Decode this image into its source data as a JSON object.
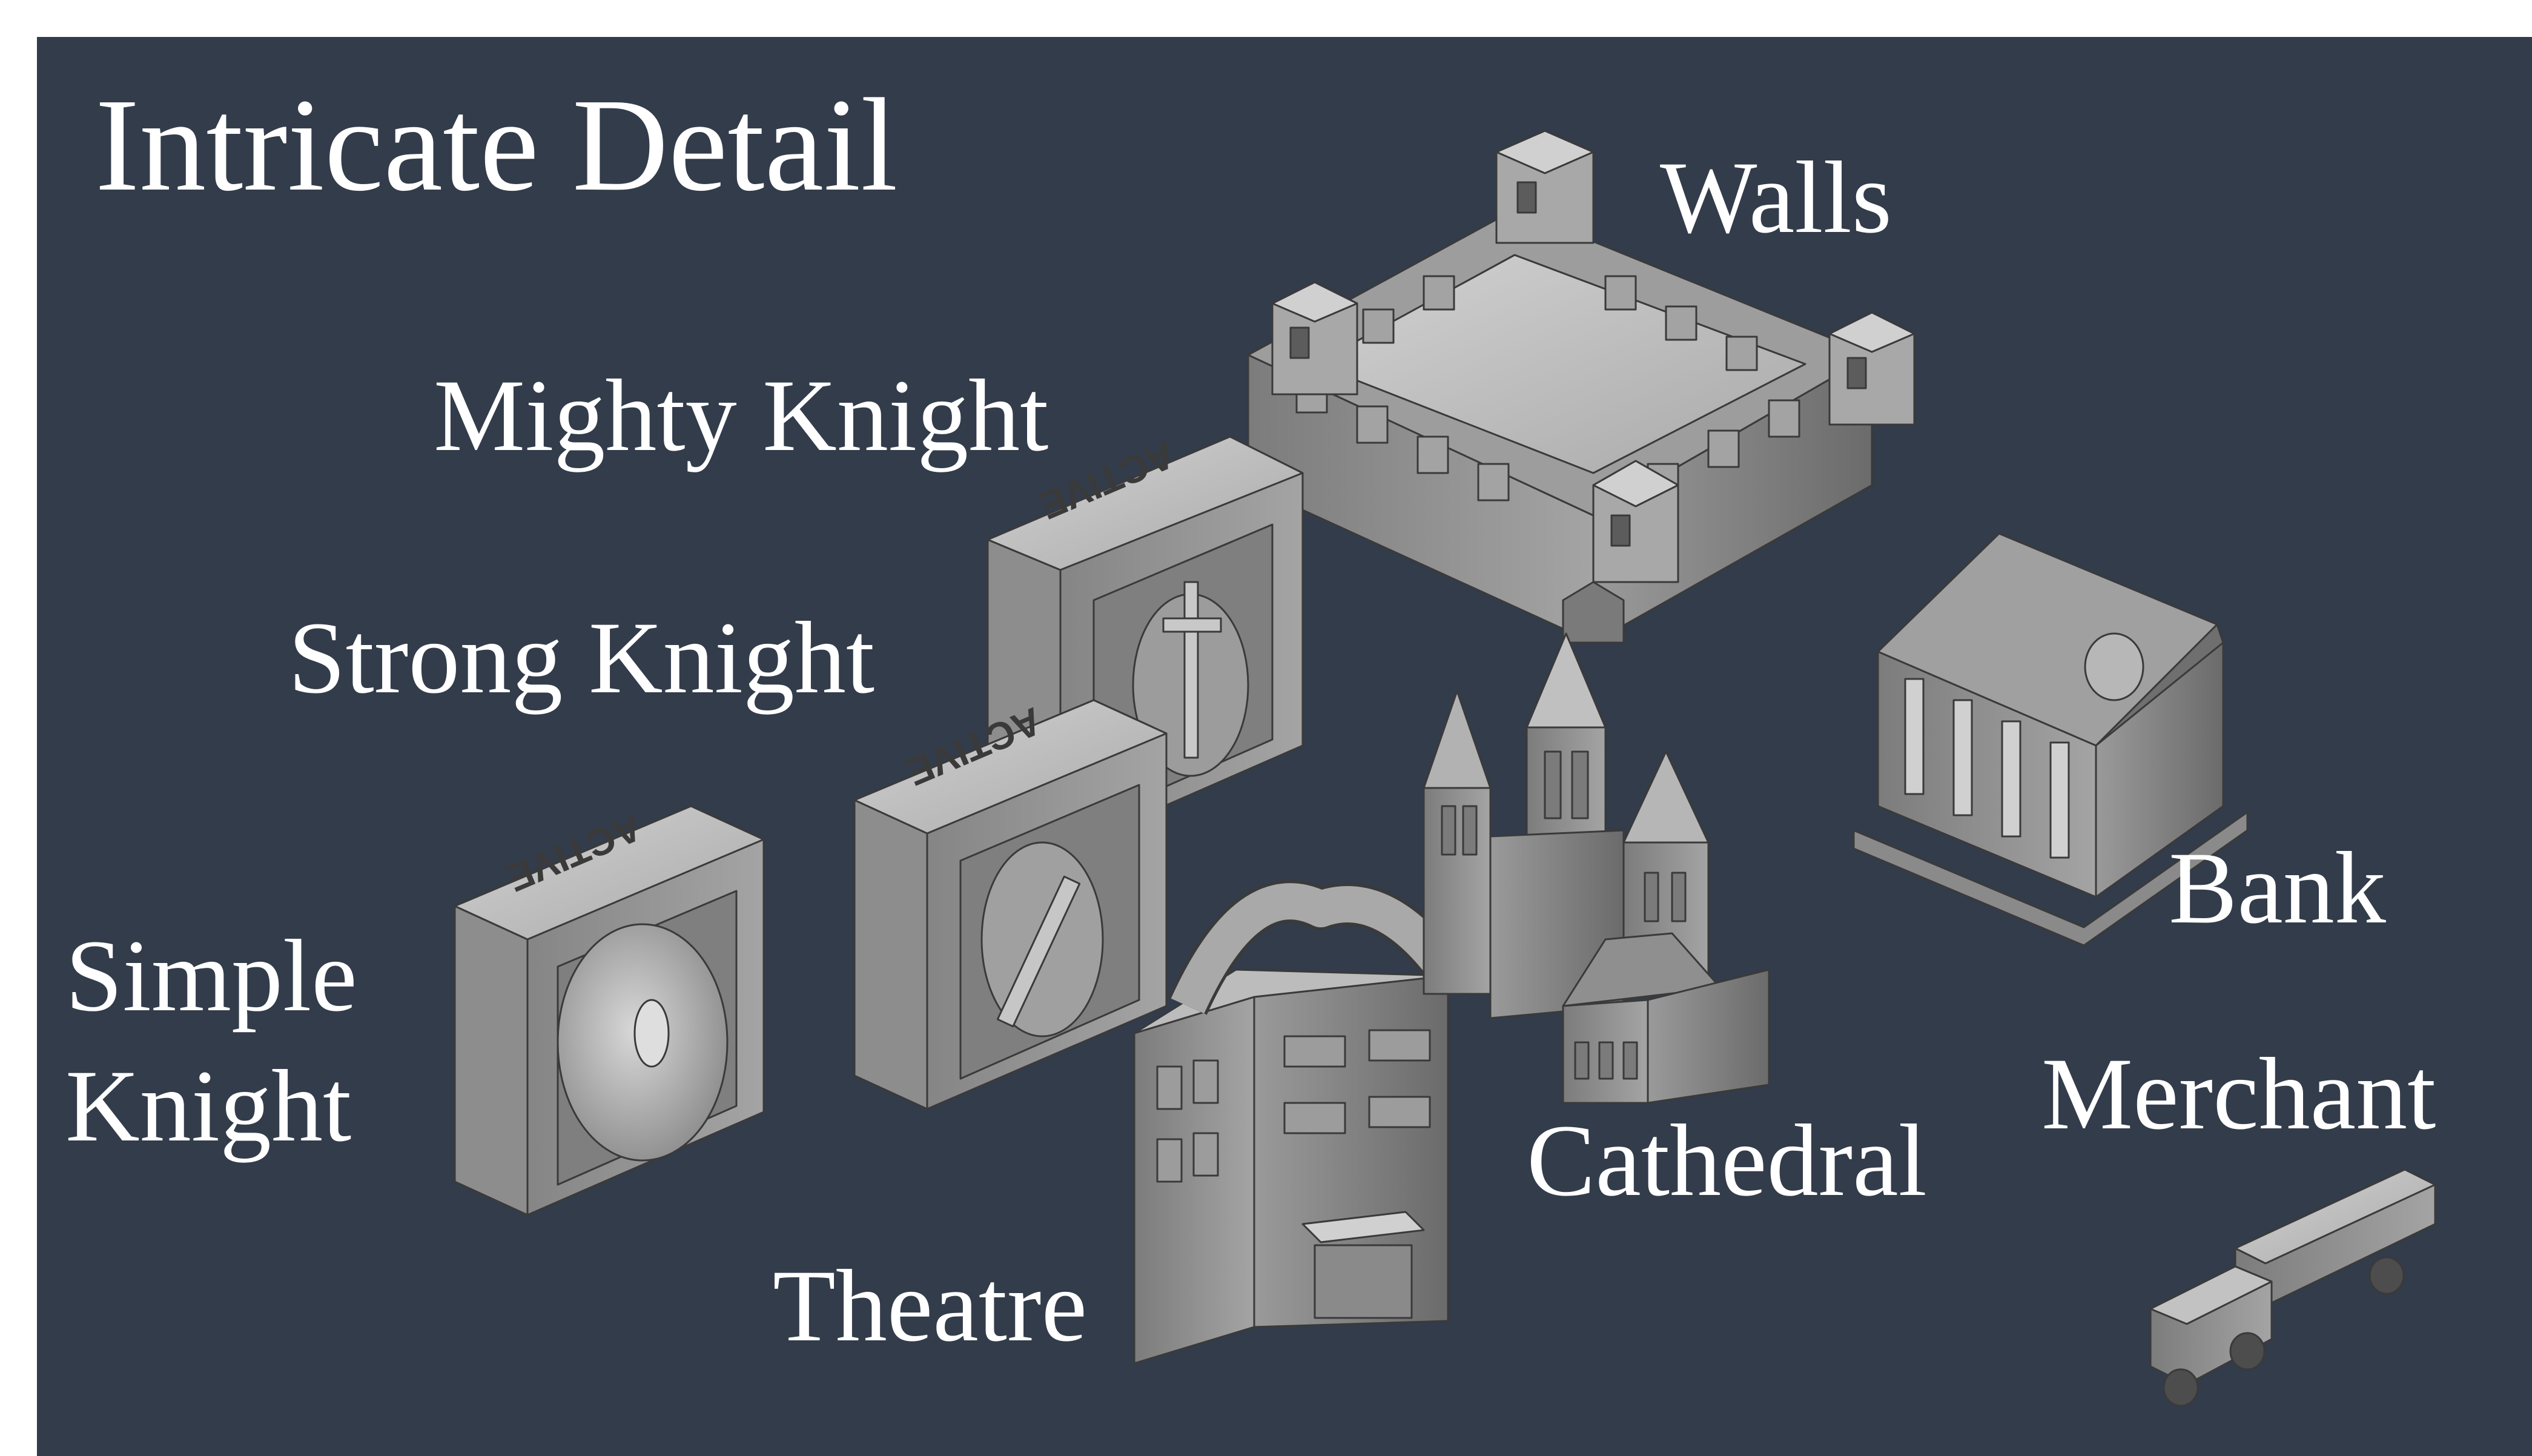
{
  "title": "Intricate Detail",
  "pieces": {
    "walls": "Walls",
    "mighty_knight": "Mighty Knight",
    "strong_knight": "Strong Knight",
    "simple_knight_line1": "Simple",
    "simple_knight_line2": "Knight",
    "bank": "Bank",
    "merchant": "Merchant",
    "cathedral": "Cathedral",
    "theatre": "Theatre"
  },
  "engraving": "ACTIVE",
  "colors": {
    "background": "#333c4a",
    "frame": "#ffffff",
    "text": "#ffffff",
    "model_light": "#b9b9b9",
    "model_mid": "#8f8f8f",
    "model_dark": "#5e5e5e"
  }
}
